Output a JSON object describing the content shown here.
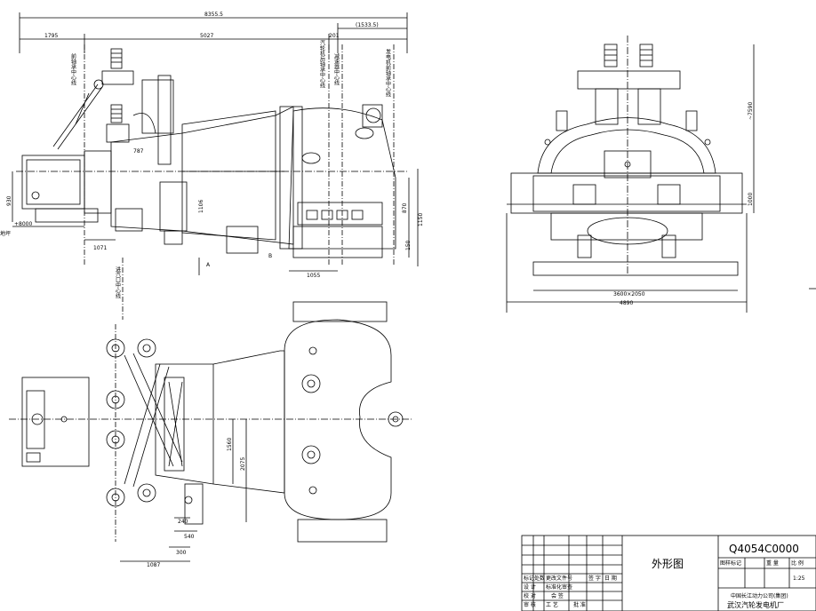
{
  "drawing_number": "Q4054C0000",
  "drawing_title": "外形图",
  "company_line1": "中国长江动力公司(集团)",
  "company_line2": "武汉汽轮发电机厂",
  "scale": "1:25",
  "title_block_labels": {
    "mark": "标记",
    "count": "处数",
    "change_doc": "更改文件号",
    "signature": "签 字",
    "date": "日 期",
    "designed": "设 计",
    "checked": "校 对",
    "audited": "审 核",
    "process": "工 艺",
    "standardized": "标准化审查",
    "countersign": "会 签",
    "approved": "批 准",
    "stage_mark": "图样标记",
    "weight": "重 量",
    "ratio": "比 例"
  },
  "dimensions": {
    "overall_length": "8355.5",
    "front_len": "1795",
    "main_len": "5027",
    "gap_201": "201",
    "rear_len": "(1533.5)",
    "height_930": "930",
    "floor_level": "+8000",
    "floor_label": "地坪",
    "d787": "787",
    "d1106": "1106",
    "d1071": "1071",
    "d1055": "1055",
    "d870": "870",
    "d1150": "1150",
    "d150": "150",
    "right_height": "~7590",
    "d1000": "1000",
    "base_size": "3600×2050",
    "base_width": "4890",
    "d1560": "1560",
    "d2075": "2075",
    "d240": "240",
    "d540": "540",
    "d300": "300",
    "d1087": "1087",
    "section_a": "A",
    "section_b": "B"
  },
  "centerline_labels": {
    "front_bearing": "前轴承中心线",
    "rear_bearing": "汽轮机后轴承中心线",
    "gearbox": "减速器中心线",
    "generator_front": "发电机前轴承中心线",
    "steam_inlet": "进汽口中心线"
  }
}
